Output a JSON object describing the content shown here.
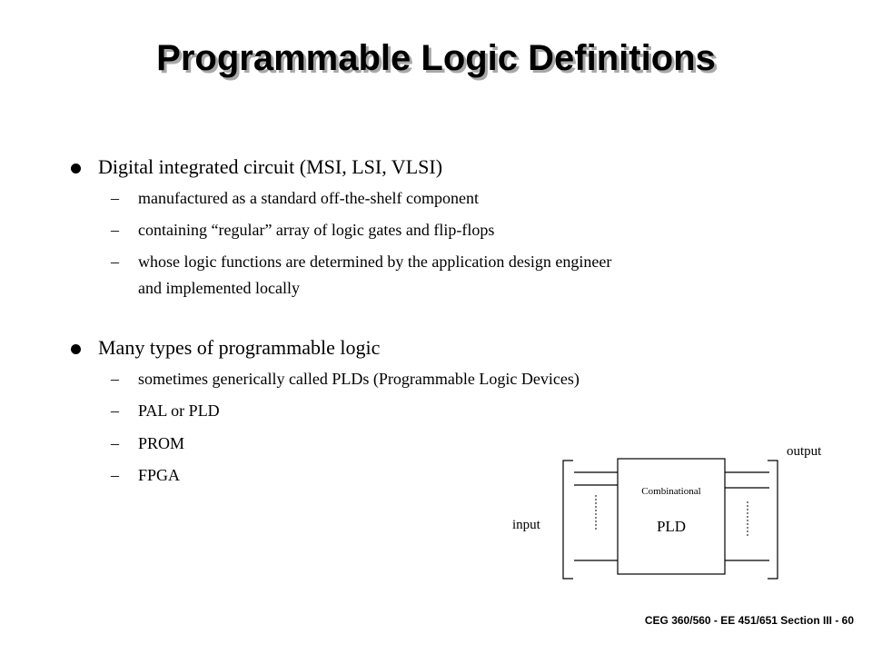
{
  "title": "Programmable Logic Definitions",
  "bullets": [
    {
      "text": "Digital integrated circuit (MSI, LSI, VLSI)",
      "subs": [
        "manufactured as a standard off-the-shelf component",
        "containing “regular” array of logic gates and flip-flops",
        "whose logic functions are determined by the application design engineer",
        "and implemented locally"
      ]
    },
    {
      "text": "Many types of programmable logic",
      "subs": [
        "sometimes generically called PLDs (Programmable Logic Devices)",
        "PAL or PLD",
        "PROM",
        "FPGA"
      ]
    }
  ],
  "dash": "–",
  "diagram": {
    "input_label": "input",
    "output_label": "output",
    "box_caption": "Combinational",
    "box_label": "PLD"
  },
  "footer": "CEG 360/560 - EE 451/651  Section III - 60"
}
